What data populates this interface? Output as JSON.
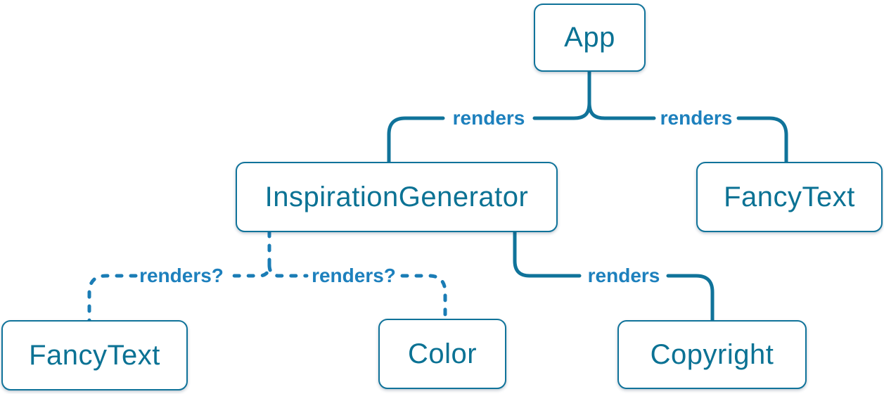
{
  "diagram": {
    "type": "component-render-tree",
    "nodes": [
      {
        "id": "app",
        "label": "App"
      },
      {
        "id": "inspiration-generator",
        "label": "InspirationGenerator"
      },
      {
        "id": "fancy-text-top",
        "label": "FancyText"
      },
      {
        "id": "fancy-text-bottom",
        "label": "FancyText"
      },
      {
        "id": "color",
        "label": "Color"
      },
      {
        "id": "copyright",
        "label": "Copyright"
      }
    ],
    "edges": [
      {
        "from": "App",
        "to": "InspirationGenerator",
        "label": "renders",
        "style": "solid"
      },
      {
        "from": "App",
        "to": "FancyText",
        "label": "renders",
        "style": "solid"
      },
      {
        "from": "InspirationGenerator",
        "to": "FancyText",
        "label": "renders?",
        "style": "dashed"
      },
      {
        "from": "InspirationGenerator",
        "to": "Color",
        "label": "renders?",
        "style": "dashed"
      },
      {
        "from": "InspirationGenerator",
        "to": "Copyright",
        "label": "renders",
        "style": "solid"
      }
    ],
    "colors": {
      "solid_line": "#10739a",
      "dashed_line": "#1a7cb5",
      "edge_label": "#1d80bd",
      "box_border": "#10739a",
      "box_text": "#0b7294",
      "box_fill": "#ffffff"
    }
  }
}
